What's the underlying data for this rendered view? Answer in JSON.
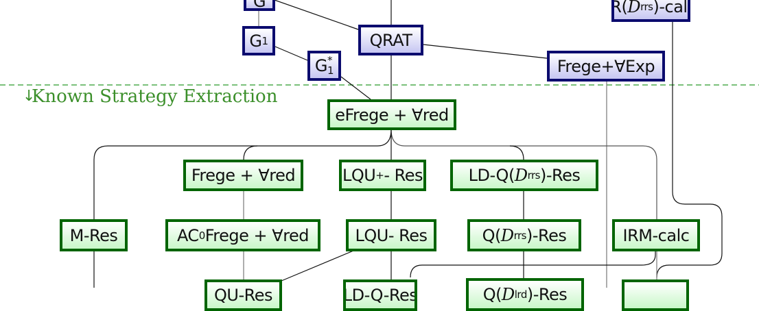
{
  "colors": {
    "blue_border": "#0b0b6e",
    "green_border": "#006400",
    "divider": "#2a9a2a"
  },
  "section_label": "Known Strategy Extraction",
  "section_arrow": "↓",
  "nodes": {
    "g": {
      "main": "G"
    },
    "g1": {
      "main": "G",
      "sub": "1"
    },
    "g1star": {
      "main": "G",
      "sub": "1",
      "sup": "*"
    },
    "qrat": {
      "main": "QRAT"
    },
    "ir_calc": {
      "pre": "IR(",
      "cal": "D",
      "sup": "rrs",
      "post": ")-calc"
    },
    "frege_exp": {
      "main": "Frege+∀Exp"
    },
    "efrege_red": {
      "main": "eFrege + ∀red"
    },
    "frege_red": {
      "main": "Frege + ∀red"
    },
    "lqu_plus": {
      "pre": "LQU",
      "sup": "+",
      "post": "- Res"
    },
    "ldq_rrs": {
      "pre": "LD-Q(",
      "cal": "D",
      "sup": "rrs",
      "post": ")-Res"
    },
    "m_res": {
      "main": "M-Res"
    },
    "ac0_frege": {
      "pre": "AC",
      "sub": "0",
      "post": "Frege + ∀red"
    },
    "lqu_res": {
      "main": "LQU- Res"
    },
    "q_rrs": {
      "pre": "Q(",
      "cal": "D",
      "sup": "rrs",
      "post": ")-Res"
    },
    "irm_calc": {
      "main": "IRM-calc"
    },
    "qu_res": {
      "main": "QU-Res"
    },
    "ldq_res": {
      "main": "LD-Q-Res"
    },
    "q_lrd": {
      "pre": "Q(",
      "cal": "D",
      "sup": "lrd",
      "post": ")-Res"
    }
  }
}
